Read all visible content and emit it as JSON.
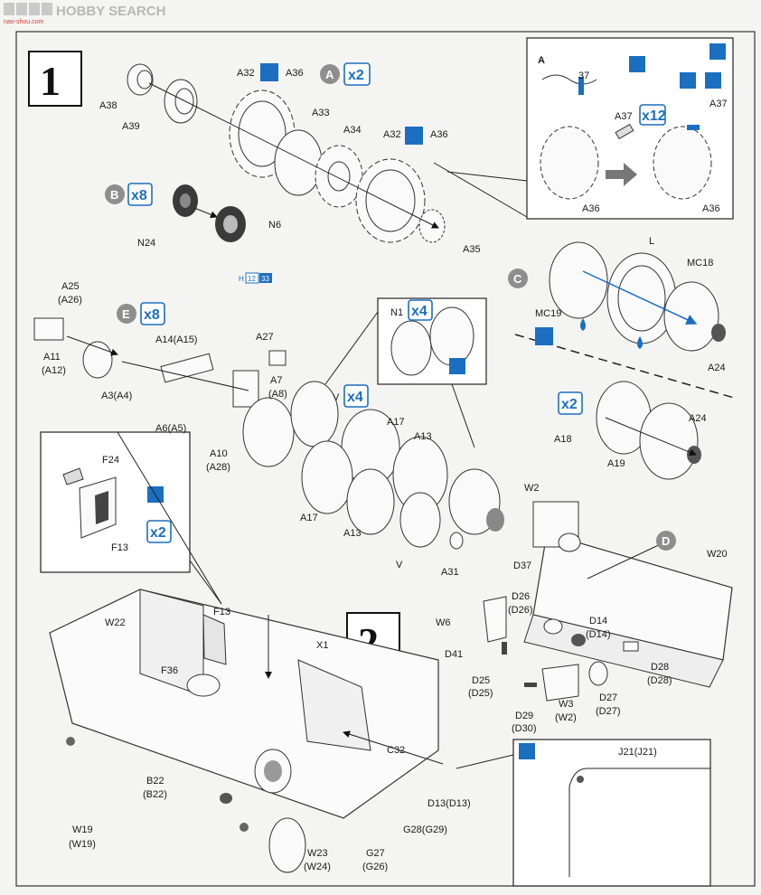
{
  "watermark": {
    "brand": "HOBBY SEARCH",
    "site": "nao-shou.com"
  },
  "steps": {
    "one": "1",
    "two": "2"
  },
  "badges": {
    "a": "A",
    "b": "B",
    "c": "C",
    "d": "D",
    "e": "E"
  },
  "quantities": {
    "x2": "x2",
    "x8": "x8",
    "x12": "x12",
    "x4": "x4"
  },
  "paint_ref": {
    "h": "H",
    "n12": "12",
    "n33": "33"
  },
  "inset_letter": "A",
  "labels": {
    "A38": "A38",
    "A39": "A39",
    "A32a": "A32",
    "A36a": "A36",
    "A33": "A33",
    "A34": "A34",
    "A32b": "A32",
    "A36b": "A36",
    "A35": "A35",
    "N24": "N24",
    "N6": "N6",
    "i37": "37",
    "iA37a": "A37",
    "iA37b": "A37",
    "iA36a": "A36",
    "iA36b": "A36",
    "L": "L",
    "MC18": "MC18",
    "MC19": "MC19",
    "A24a": "A24",
    "A18": "A18",
    "A19": "A19",
    "A24b": "A24",
    "A25": "A25",
    "A26": "(A26)",
    "A11": "A11",
    "A12": "(A12)",
    "A14": "A14(A15)",
    "A27": "A27",
    "A7": "A7",
    "A8": "(A8)",
    "A3": "A3(A4)",
    "A6": "A6(A5)",
    "A10": "A10",
    "A28": "(A28)",
    "N1": "N1",
    "V1": "V",
    "A17a": "A17",
    "A13a": "A13",
    "A17b": "A17",
    "A13b": "A13",
    "V2": "V",
    "A31": "A31",
    "F24": "F24",
    "F13a": "F13",
    "F13b": "F13",
    "W22": "W22",
    "F36": "F36",
    "X1": "X1",
    "W2a": "W2",
    "D37": "D37",
    "D26": "D26",
    "D26b": "(D26)",
    "W6": "W6",
    "D41": "D41",
    "D25": "D25",
    "D25b": "(D25)",
    "D14": "D14",
    "D14b": "(D14)",
    "W20": "W20",
    "D28": "D28",
    "D28b": "(D28)",
    "D29": "D29",
    "D30": "(D30)",
    "W3": "W3",
    "W2b": "(W2)",
    "D27": "D27",
    "D27b": "(D27)",
    "C32": "C32",
    "B22": "B22",
    "B22b": "(B22)",
    "D13": "D13(D13)",
    "J21": "J21(J21)",
    "G28": "G28(G29)",
    "W19": "W19",
    "W19b": "(W19)",
    "W23": "W23",
    "W24": "(W24)",
    "G27": "G27",
    "G26": "(G26)"
  },
  "colors": {
    "accent": "#1b6fc0",
    "badge_gray": "#8e8e8e",
    "logo_red": "#d23b2c"
  }
}
